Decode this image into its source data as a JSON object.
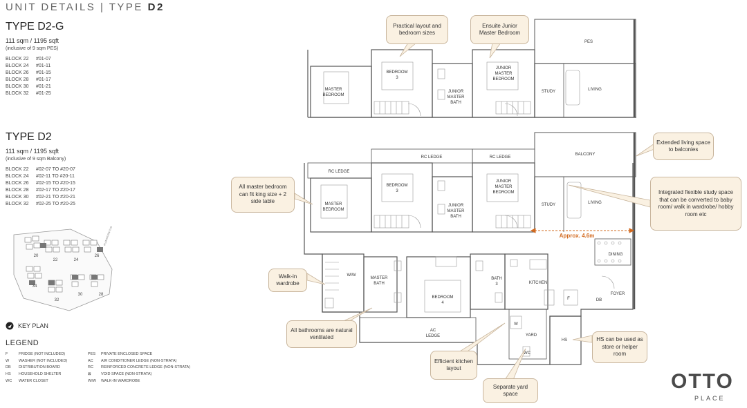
{
  "header": {
    "prefix": "UNIT DETAILS  |  TYPE ",
    "type": "D2"
  },
  "type_d2g": {
    "title": "TYPE D2-G",
    "size": "111 sqm / 1195 sqft",
    "note": "(inclusive of 9 sqm PES)",
    "blocks": [
      {
        "block": "BLOCK 22",
        "unit": "#01-07"
      },
      {
        "block": "BLOCK 24",
        "unit": "#01-11"
      },
      {
        "block": "BLOCK 26",
        "unit": "#01-15"
      },
      {
        "block": "BLOCK 28",
        "unit": "#01-17"
      },
      {
        "block": "BLOCK 30",
        "unit": "#01-21"
      },
      {
        "block": "BLOCK 32",
        "unit": "#01-25"
      }
    ]
  },
  "type_d2": {
    "title": "TYPE D2",
    "size": "111 sqm / 1195 sqft",
    "note": "(inclusive of 9 sqm Balcony)",
    "blocks": [
      {
        "block": "BLOCK 22",
        "unit": "#02-07 TO #20-07"
      },
      {
        "block": "BLOCK 24",
        "unit": "#02-11 TO #20-11"
      },
      {
        "block": "BLOCK 26",
        "unit": "#02-15 TO #20-15"
      },
      {
        "block": "BLOCK 28",
        "unit": "#02-17 TO #20-17"
      },
      {
        "block": "BLOCK 30",
        "unit": "#02-21 TO #20-21"
      },
      {
        "block": "BLOCK 32",
        "unit": "#02-25 TO #20-25"
      }
    ]
  },
  "key_plan": {
    "label": "KEY PLAN",
    "road": "PLANTATION CLOSE",
    "block_numbers": [
      "20",
      "22",
      "24",
      "26",
      "34",
      "32",
      "30",
      "28"
    ]
  },
  "legend": {
    "title": "LEGEND",
    "left": [
      {
        "abbr": "F",
        "text": "FRIDGE (NOT INCLUDED)"
      },
      {
        "abbr": "W",
        "text": "WASHER (NOT INCLUDED)"
      },
      {
        "abbr": "DB",
        "text": "DISTRIBUTION BOARD"
      },
      {
        "abbr": "HS",
        "text": "HOUSEHOLD SHELTER"
      },
      {
        "abbr": "WC",
        "text": "WATER CLOSET"
      }
    ],
    "right": [
      {
        "abbr": "PES",
        "text": "PRIVATE ENCLOSED SPACE"
      },
      {
        "abbr": "AC",
        "text": "AIR CONDITIONER LEDGE (NON-STRATA)"
      },
      {
        "abbr": "RC",
        "text": "REINFORCED CONCRETE LEDGE (NON-STRATA)"
      },
      {
        "abbr": "⊠",
        "text": "VOID SPACE (NON-STRATA)"
      },
      {
        "abbr": "WIW",
        "text": "WALK-IN WARDROBE"
      }
    ]
  },
  "callouts": {
    "practical": "Practical layout and bedroom sizes",
    "ensuite": "Ensuite Junior Master Bedroom",
    "extended": "Extended living space to balconies",
    "master": "All master bedroom can fit king size + 2 side table",
    "study": "Integrated flexible study space that can be converted to baby room/ walk in wardrobe/ hobby room etc",
    "walkin": "Walk-in wardrobe",
    "bathrooms": "All bathrooms are natural ventilated",
    "kitchen": "Efficient kitchen layout",
    "yard": "Separate yard space",
    "hs": "HS can be used as store or helper room"
  },
  "dimension": "Approx. 4.6m",
  "rooms_top": {
    "master": [
      "MASTER",
      "BEDROOM"
    ],
    "bed3": [
      "BEDROOM",
      "3"
    ],
    "jmb": [
      "JUNIOR",
      "MASTER",
      "BATH"
    ],
    "jmbed": [
      "JUNIOR",
      "MASTER",
      "BEDROOM"
    ],
    "study": "STUDY",
    "living": "LIVING",
    "pes": "PES"
  },
  "rooms_bottom": {
    "rc1": "RC LEDGE",
    "rc2": "RC LEDGE",
    "rc3": "RC LEDGE",
    "balcony": "BALCONY",
    "master": [
      "MASTER",
      "BEDROOM"
    ],
    "bed3": [
      "BEDROOM",
      "3"
    ],
    "jmb": [
      "JUNIOR",
      "MASTER",
      "BATH"
    ],
    "jmbed": [
      "JUNIOR",
      "MASTER",
      "BEDROOM"
    ],
    "study": "STUDY",
    "living": "LIVING",
    "dining": "DINING",
    "wiw": "WIW",
    "mbath": [
      "MASTER",
      "BATH"
    ],
    "bed4": [
      "BEDROOM",
      "4"
    ],
    "bath3": [
      "BATH",
      "3"
    ],
    "kitchen": "KITCHEN",
    "f": "F",
    "db": "DB",
    "foyer": "FOYER",
    "w": "W",
    "yard": "YARD",
    "wc": "WC",
    "hs": "HS",
    "ac": [
      "AC",
      "LEDGE"
    ]
  },
  "logo": {
    "main": "OTTO",
    "sub": "PLACE"
  },
  "colors": {
    "callout_fill": "#faf1e2",
    "callout_border": "#c8b59c",
    "dimension": "#d2691e",
    "wall": "#555555"
  }
}
